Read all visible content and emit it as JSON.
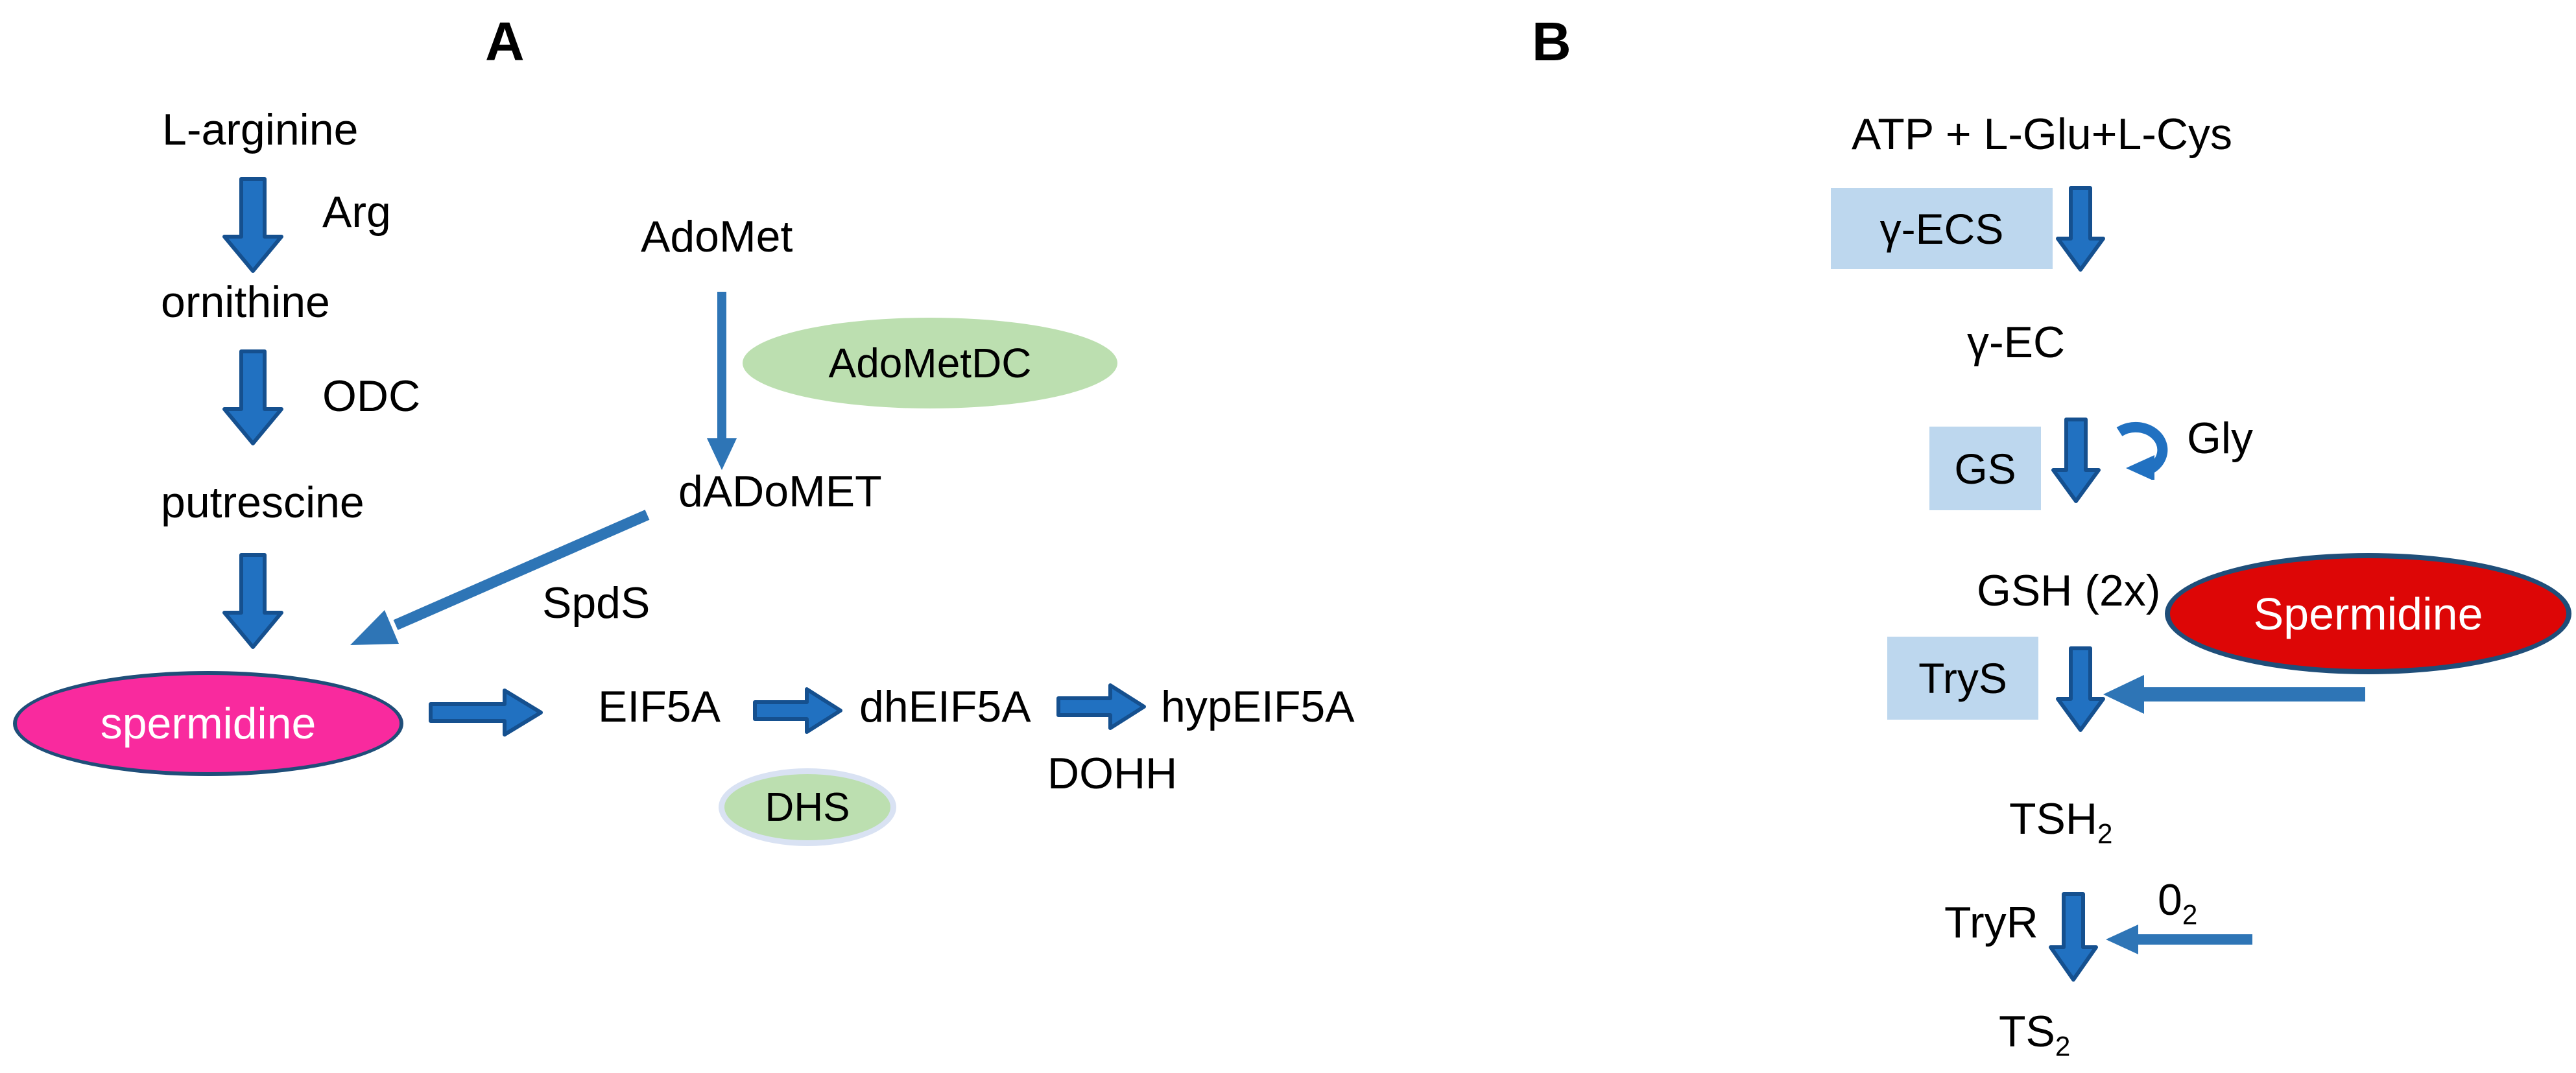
{
  "figure": {
    "type": "pathway-diagram",
    "panels": [
      "A",
      "B"
    ]
  },
  "colors": {
    "arrow_fill": "#2171C1",
    "arrow_stroke": "#15508F",
    "flat_arrow": "#2E75B6",
    "box_blue": "#BDD7EE",
    "ellipse_green": "#BCDFB0",
    "dhs_ring": "#D9E2F3",
    "magenta": "#F92A9E",
    "red": "#DD0606",
    "navy_border": "#1F4E79",
    "text": "#000000",
    "white": "#FFFFFF"
  },
  "panelA": {
    "label": "A",
    "nodes": {
      "l_arginine": "L-arginine",
      "arg": "Arg",
      "ornithine": "ornithine",
      "odc": "ODC",
      "putrescine": "putrescine",
      "adomet": "AdoMet",
      "adometdc": "AdoMetDC",
      "dadomet": "dADoMET",
      "spds": "SpdS",
      "spermidine": "spermidine",
      "eif5a": "EIF5A",
      "dheif5a": "dhEIF5A",
      "hypeif5a": "hypEIF5A",
      "dhs": "DHS",
      "dohh": "DOHH"
    }
  },
  "panelB": {
    "label": "B",
    "nodes": {
      "substrates": "ATP + L-Glu+L-Cys",
      "gecs": "γ-ECS",
      "gec": "γ-EC",
      "gs": "GS",
      "gly": "Gly",
      "gsh": "GSH (2x)",
      "spermidine": "Spermidine",
      "trys": "TryS",
      "tsh2": {
        "base": "TSH",
        "sub": "2"
      },
      "tryr": "TryR",
      "o2": {
        "base": "0",
        "sub": "2"
      },
      "ts2": {
        "base": "TS",
        "sub": "2"
      }
    }
  }
}
